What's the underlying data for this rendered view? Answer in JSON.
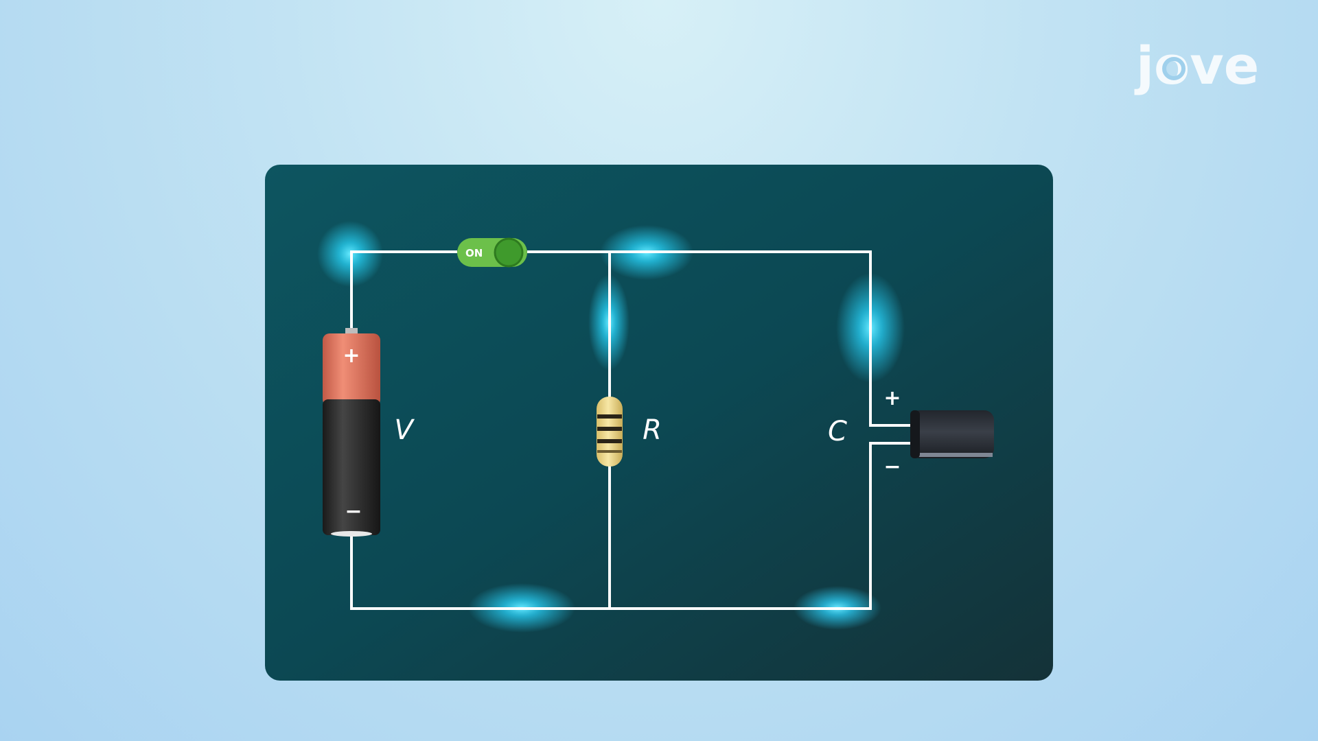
{
  "logo": {
    "text": "jove"
  },
  "circuit": {
    "switch_label": "ON",
    "battery_label": "V",
    "resistor_label": "R",
    "capacitor_label": "C",
    "battery_plus": "+",
    "battery_minus": "−",
    "capacitor_plus": "+",
    "capacitor_minus": "−"
  },
  "colors": {
    "board": "#0e4a55",
    "wire": "#ffffff",
    "glow": "#1ec8ff",
    "switch_on": "#6cc04a",
    "battery_top": "#e47a63",
    "battery_body": "#2a2a2a",
    "resistor_body": "#f0d98a",
    "capacitor_body": "#2c3038"
  }
}
